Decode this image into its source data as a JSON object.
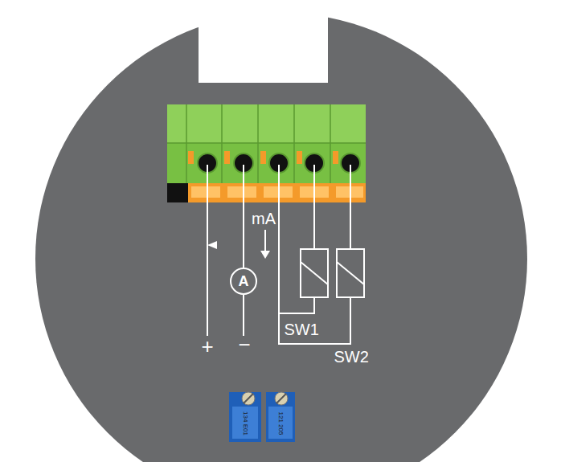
{
  "diagram": {
    "nodes": [
      {
        "text": [
          "A"
        ]
      }
    ],
    "labels": [
      "mA",
      "SW1",
      "SW2",
      "+",
      "−",
      "134 E01",
      "121 205"
    ]
  }
}
